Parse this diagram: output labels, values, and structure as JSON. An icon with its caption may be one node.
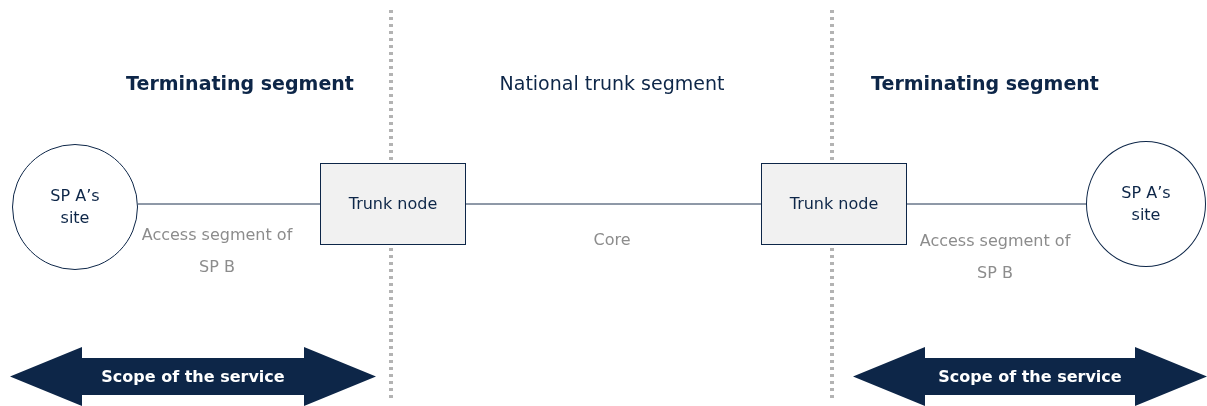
{
  "diagram": {
    "nodes": [
      {
        "text": [
          "SP A’s site"
        ]
      },
      {
        "text": [
          "Trunk node"
        ]
      },
      {
        "text": [
          "Trunk node"
        ]
      },
      {
        "text": [
          "SP A’s site"
        ]
      },
      {
        "text": [
          "Scope of the service"
        ]
      },
      {
        "text": [
          "Scope of the service"
        ]
      }
    ],
    "edges": [
      {
        "from": 0,
        "to": 1,
        "arrow": "none",
        "label": "Access segment of SP B"
      },
      {
        "from": 1,
        "to": 2,
        "arrow": "none",
        "label": "Core"
      },
      {
        "from": 2,
        "to": 3,
        "arrow": "none",
        "label": "Access segment of SP B"
      }
    ],
    "labels": [
      "Terminating segment",
      "National trunk segment",
      "Terminating segment"
    ]
  }
}
